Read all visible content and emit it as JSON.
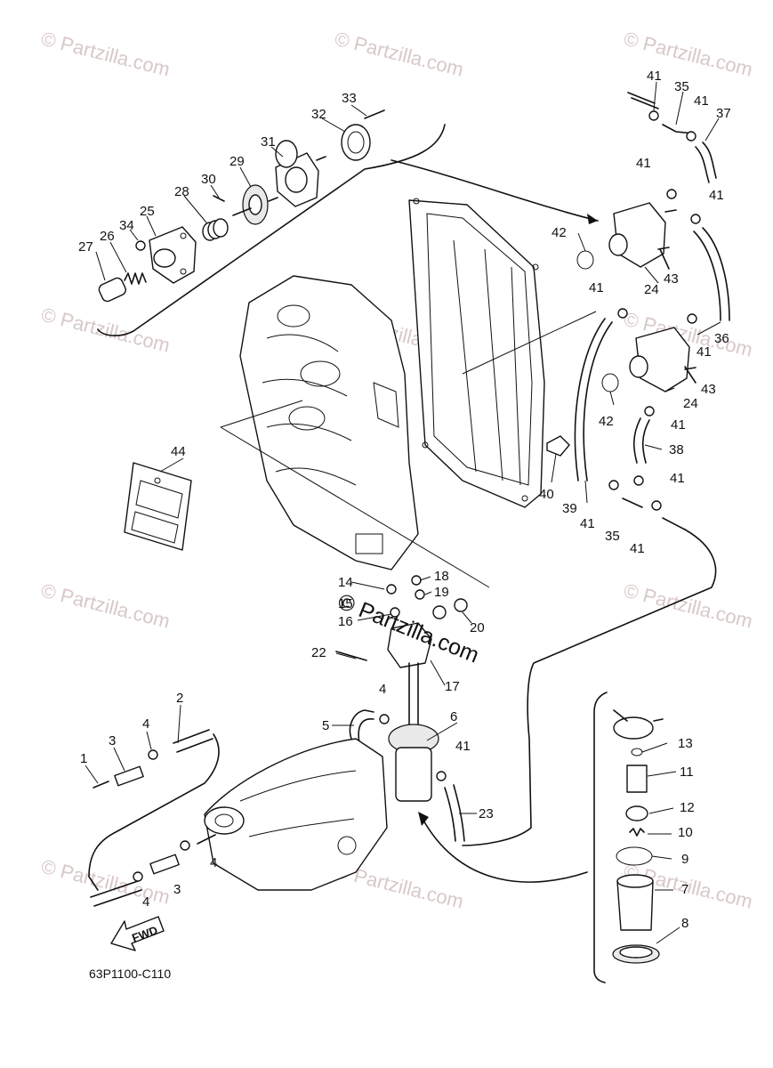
{
  "watermark": {
    "text": "© Partzilla.com",
    "center_text": "© Partzilla.com"
  },
  "diagram_code": "63P1100-C110",
  "direction_label": "FWD",
  "callouts": {
    "c1": "1",
    "c2": "2",
    "c3a": "3",
    "c3b": "3",
    "c4a": "4",
    "c4b": "4",
    "c4c": "4",
    "c4d": "4",
    "c5": "5",
    "c6": "6",
    "c7": "7",
    "c8": "8",
    "c9": "9",
    "c10": "10",
    "c11": "11",
    "c12": "12",
    "c13": "13",
    "c14": "14",
    "c15": "15",
    "c16": "16",
    "c17": "17",
    "c18": "18",
    "c19": "19",
    "c20": "20",
    "c22": "22",
    "c23": "23",
    "c24a": "24",
    "c24b": "24",
    "c25": "25",
    "c26": "26",
    "c27": "27",
    "c28": "28",
    "c29": "29",
    "c30": "30",
    "c31": "31",
    "c32": "32",
    "c33": "33",
    "c34": "34",
    "c35a": "35",
    "c35b": "35",
    "c36": "36",
    "c37": "37",
    "c38": "38",
    "c39": "39",
    "c40": "40",
    "c41a": "41",
    "c41b": "41",
    "c41c": "41",
    "c41d": "41",
    "c41e": "41",
    "c41f": "41",
    "c41g": "41",
    "c41h": "41",
    "c41i": "41",
    "c41j": "41",
    "c41k": "41",
    "c42a": "42",
    "c42b": "42",
    "c43a": "43",
    "c43b": "43",
    "c44": "44"
  }
}
